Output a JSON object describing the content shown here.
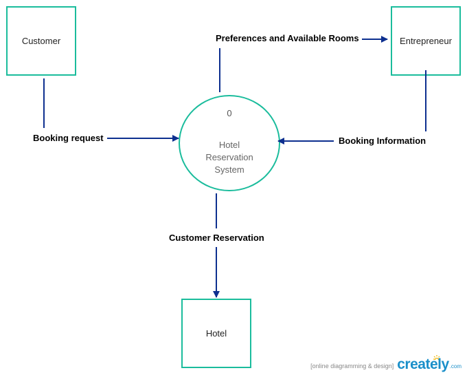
{
  "entities": {
    "customer": "Customer",
    "entrepreneur": "Entrepreneur",
    "hotel": "Hotel"
  },
  "process": {
    "number": "0",
    "name_lines": [
      "Hotel",
      "Reservation",
      "System"
    ]
  },
  "flows": {
    "booking_request": "Booking request",
    "preferences": "Preferences and Available Rooms",
    "booking_information": "Booking Information",
    "customer_reservation": "Customer Reservation"
  },
  "footer": {
    "tagline": "[online diagramming & design]",
    "brand": "creately",
    "brand_suffix": ".com"
  },
  "colors": {
    "box_border": "#1abc9c",
    "arrow": "#0d2f8f",
    "brand": "#1a8fc9"
  }
}
